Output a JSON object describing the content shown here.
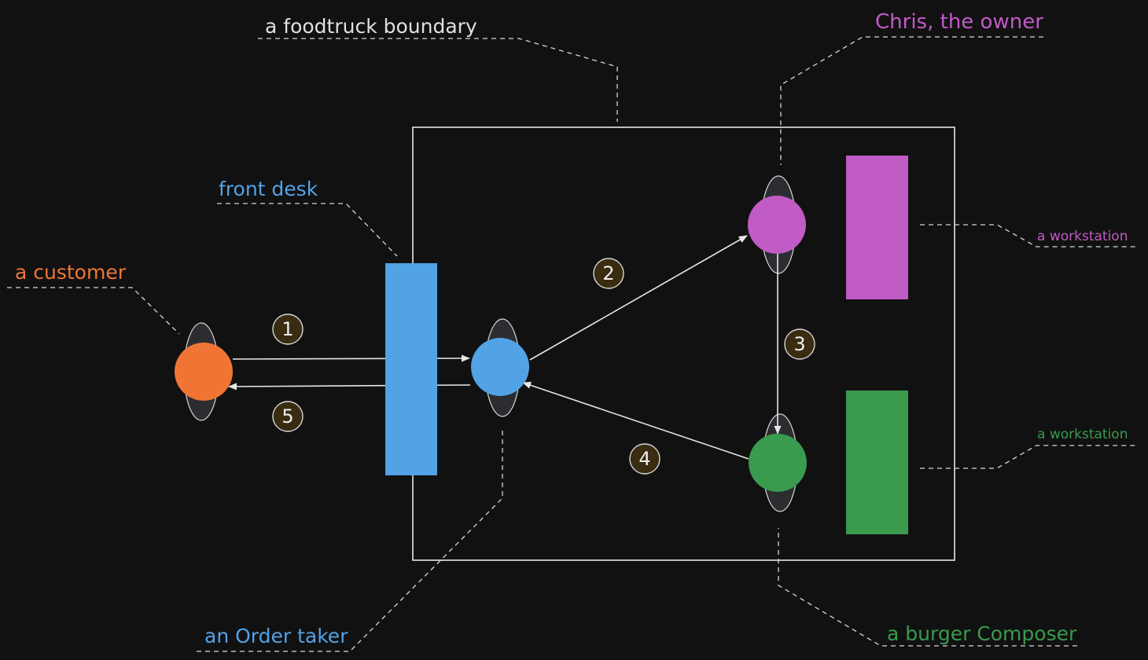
{
  "labels": {
    "boundary": "a foodtruck boundary",
    "owner": "Chris, the owner",
    "front_desk": "front desk",
    "customer": "a customer",
    "workstation_top": "a workstation",
    "workstation_bottom": "a workstation",
    "order_taker": "an Order taker",
    "burger_composer": "a burger Composer"
  },
  "steps": [
    "1",
    "2",
    "3",
    "4",
    "5"
  ],
  "colors": {
    "background": "#111111",
    "customer": "#f07534",
    "front_desk": "#52a2e6",
    "owner": "#c15bc6",
    "composer": "#3a9a4e",
    "boundary_text": "#e0e0e0",
    "badge_fill": "#3a2c10"
  }
}
